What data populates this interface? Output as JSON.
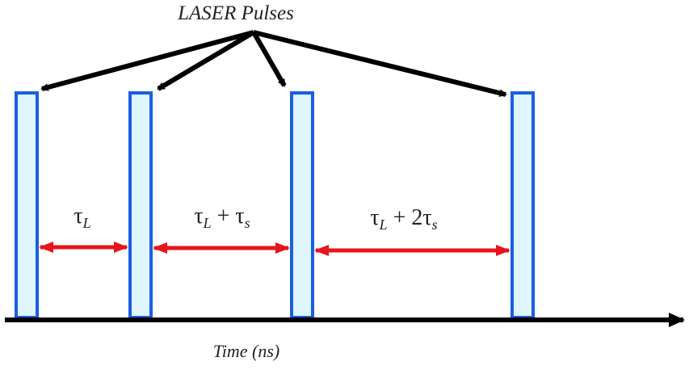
{
  "diagram": {
    "title": "LASER Pulses",
    "axis_label": "Time (ns)",
    "colors": {
      "pulse_stroke": "#1a5fe0",
      "pulse_fill": "#dff6ff",
      "interval_arrow": "#e8141b",
      "pointer_arrow": "#000000",
      "axis": "#000000"
    },
    "pulses": [
      {
        "name": "pulse-1"
      },
      {
        "name": "pulse-2"
      },
      {
        "name": "pulse-3"
      },
      {
        "name": "pulse-4"
      }
    ],
    "intervals": [
      {
        "tau": "τ",
        "sub": "L",
        "rest": "",
        "rest_tau": "",
        "rest_sub": "",
        "display": "τL"
      },
      {
        "tau": "τ",
        "sub": "L",
        "rest": " + ",
        "rest_tau": "τ",
        "rest_sub": "s",
        "display": "τL + τs"
      },
      {
        "tau": "τ",
        "sub": "L",
        "rest": " + 2",
        "rest_tau": "τ",
        "rest_sub": "s",
        "display": "τL + 2τs"
      }
    ]
  }
}
